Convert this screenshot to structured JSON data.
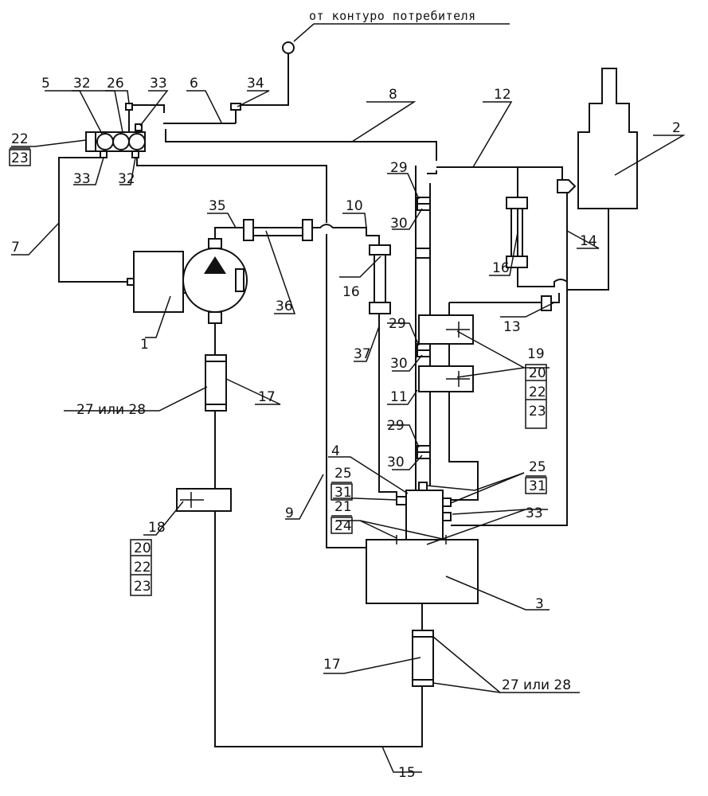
{
  "source_label": "от контуро потребителя",
  "labels": {
    "l1": "1",
    "l2": "2",
    "l3": "3",
    "l4": "4",
    "l5": "5",
    "l6": "6",
    "l7": "7",
    "l8": "8",
    "l9": "9",
    "l10": "10",
    "l11": "11",
    "l12": "12",
    "l13": "13",
    "l14": "14",
    "l15": "15",
    "l16a": "16",
    "l16b": "16",
    "l17a": "17",
    "l17b": "17",
    "l18": "18",
    "l18_20": "20",
    "l18_22": "22",
    "l18_23": "23",
    "l19": "19",
    "l19_20": "20",
    "l19_22": "22",
    "l19_23": "23",
    "l21": "21",
    "l24": "24",
    "l22": "22",
    "l23": "23",
    "l25a": "25",
    "l31a": "31",
    "l25b": "25",
    "l31b": "31",
    "l26": "26",
    "l27a": "27 или 28",
    "l27b": "27 или 28",
    "l29a": "29",
    "l30a": "30",
    "l29b": "29",
    "l30b": "30",
    "l29c": "29",
    "l30c": "30",
    "l32a": "32",
    "l32b": "32",
    "l33a": "33",
    "l33b": "33",
    "l33c": "33",
    "l34": "34",
    "l35": "35",
    "l36": "36",
    "l37": "37"
  }
}
